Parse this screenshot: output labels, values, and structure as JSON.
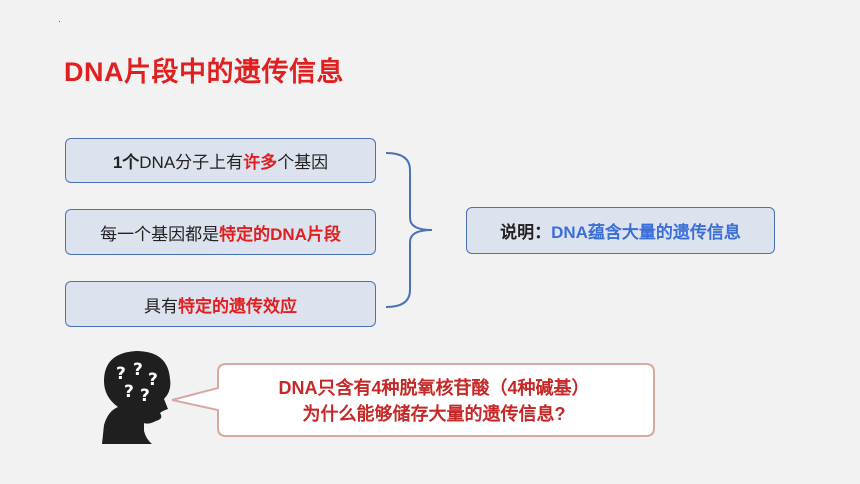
{
  "title": "DNA片段中的遗传信息",
  "statements": [
    {
      "parts": [
        "1个",
        "DNA分子上有",
        "许多",
        "个基因"
      ]
    },
    {
      "parts": [
        "每一个基因都是",
        "特定的DNA片段"
      ]
    },
    {
      "parts": [
        "具有",
        "特定的遗传效应"
      ]
    }
  ],
  "conclusion": {
    "label": "说明：",
    "text": "DNA蕴含大量的遗传信息"
  },
  "question": {
    "line1": "DNA只含有4种脱氧核苷酸（4种碱基）",
    "line2": "为什么能够储存大量的遗传信息?"
  },
  "icons": {
    "thinking": "thinking-head-icon",
    "marks": "?????"
  },
  "colors": {
    "accent_red": "#e02020",
    "accent_blue": "#3a6fd8",
    "box_border": "#4a72b8",
    "box_fill": "#dde3ee"
  }
}
